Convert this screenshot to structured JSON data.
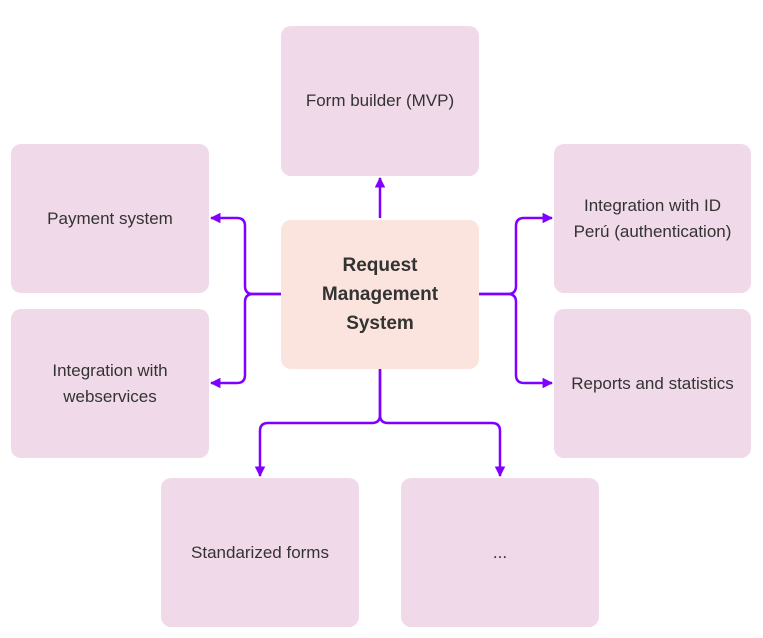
{
  "diagram": {
    "center": {
      "label": "Request\nManagement\nSystem"
    },
    "modules": {
      "form_builder": "Form builder (MVP)",
      "payment": "Payment system",
      "webservices": "Integration with\nwebservices",
      "idperu": "Integration with  ID\nPerú (authentication)",
      "reports": "Reports and statistics",
      "standard_forms": "Standarized forms",
      "more": "..."
    },
    "colors": {
      "connector": "#7f00ff",
      "module_fill": "#f0d9e9",
      "center_fill": "#fbe3de",
      "text": "#333333"
    }
  }
}
